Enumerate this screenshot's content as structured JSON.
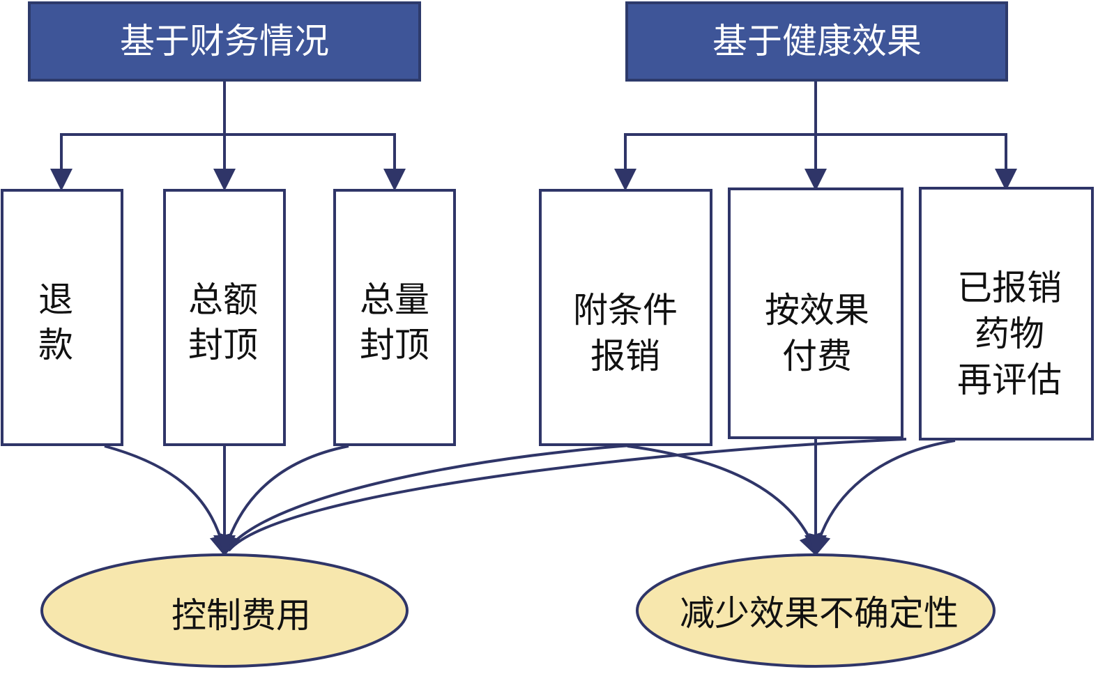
{
  "headers": {
    "financial": "基于财务情况",
    "health": "基于健康效果"
  },
  "items": {
    "refund": [
      "退",
      "款"
    ],
    "total_cap": [
      "总额",
      "封顶"
    ],
    "volume_cap": [
      "总量",
      "封顶"
    ],
    "conditional": [
      "附条件",
      "报销"
    ],
    "pay_for_performance": [
      "按效果",
      "付费"
    ],
    "reassessment": [
      "已报销",
      "药物",
      "再评估"
    ]
  },
  "outcomes": {
    "control_cost": "控制费用",
    "reduce_uncertainty": "减少效果不确定性"
  },
  "colors": {
    "header_fill": "#3e5598",
    "outline": "#2f3568",
    "outcome_fill": "#f7e7ad"
  }
}
